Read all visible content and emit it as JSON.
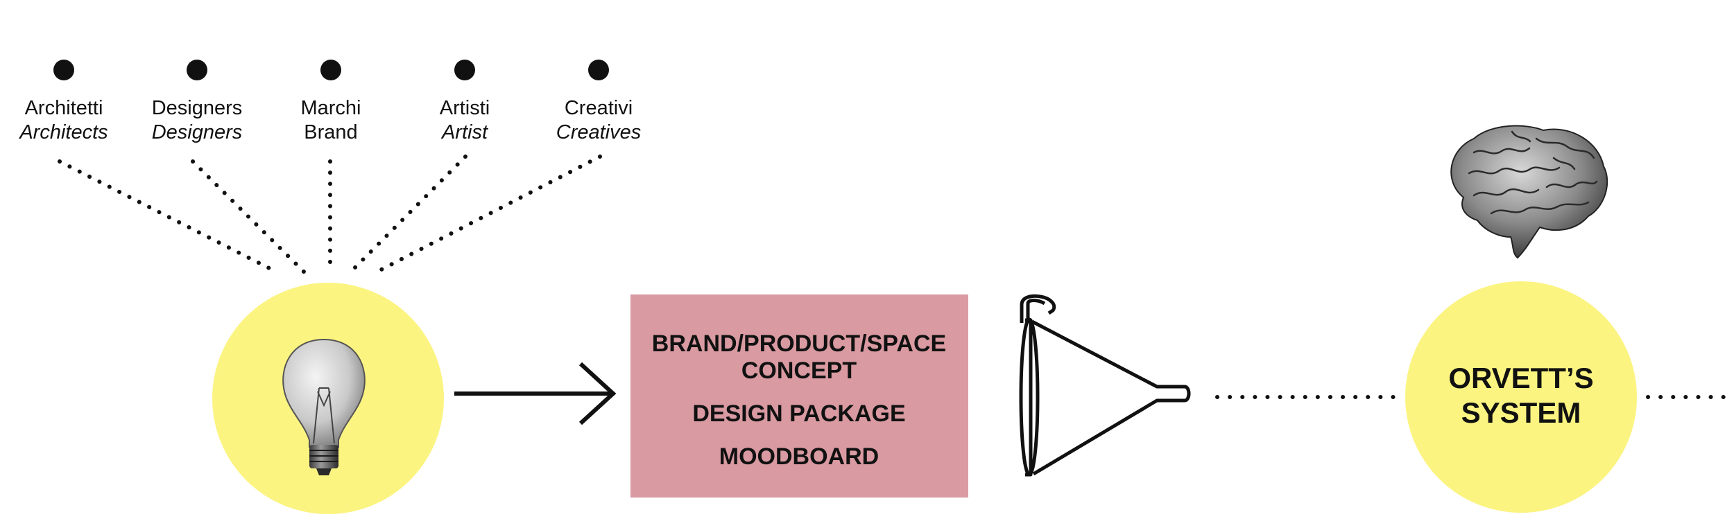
{
  "sources": [
    {
      "label_it": "Architetti",
      "label_en": "Architects"
    },
    {
      "label_it": "Designers",
      "label_en": "Designers"
    },
    {
      "label_it": "Marchi",
      "label_en": "Brand"
    },
    {
      "label_it": "Artisti",
      "label_en": "Artist"
    },
    {
      "label_it": "Creativi",
      "label_en": "Creatives"
    }
  ],
  "deliverables": {
    "line1": "BRAND/PRODUCT/SPACE",
    "line2": "CONCEPT",
    "line3": "DESIGN PACKAGE",
    "line4": "MOODBOARD"
  },
  "system": {
    "line1": "ORVETT’S",
    "line2": "SYSTEM"
  },
  "icons": {
    "idea": "lightbulb-icon",
    "filter": "funnel-icon",
    "intelligence": "brain-icon"
  },
  "colors": {
    "circle_fill": "#fbf481",
    "box_fill": "#d99aa1",
    "ink": "#111111"
  }
}
